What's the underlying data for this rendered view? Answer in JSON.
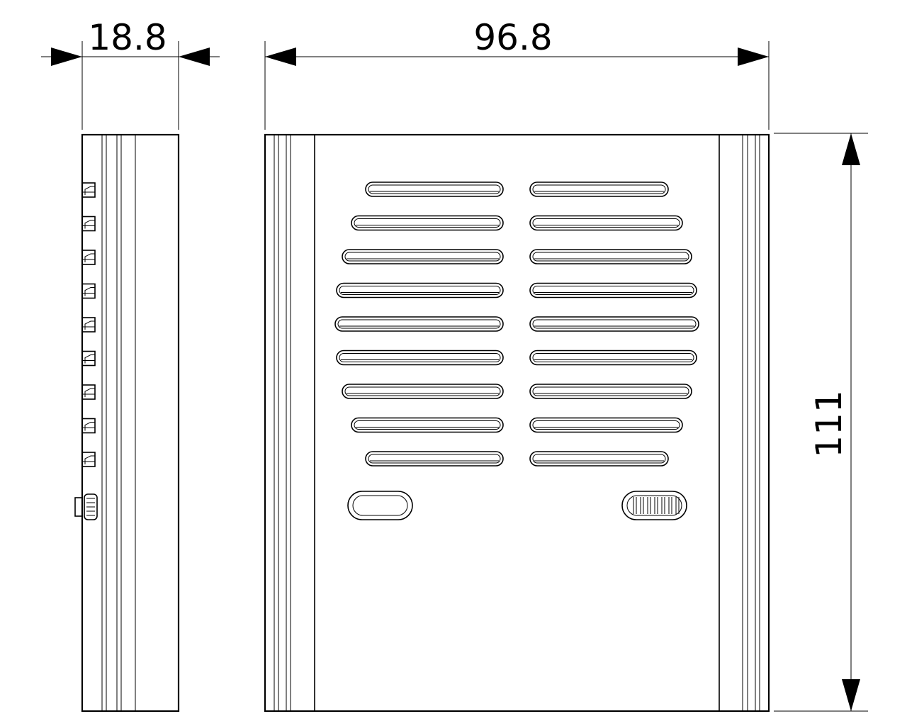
{
  "drawing": {
    "dimensions": {
      "depth": "18.8",
      "width": "96.8",
      "height": "111"
    },
    "colors": {
      "line": "#000000",
      "background": "#ffffff"
    },
    "front_view": {
      "slot_rows": 9,
      "slot_columns": 2
    },
    "side_view": {
      "clip_count": 9
    }
  }
}
